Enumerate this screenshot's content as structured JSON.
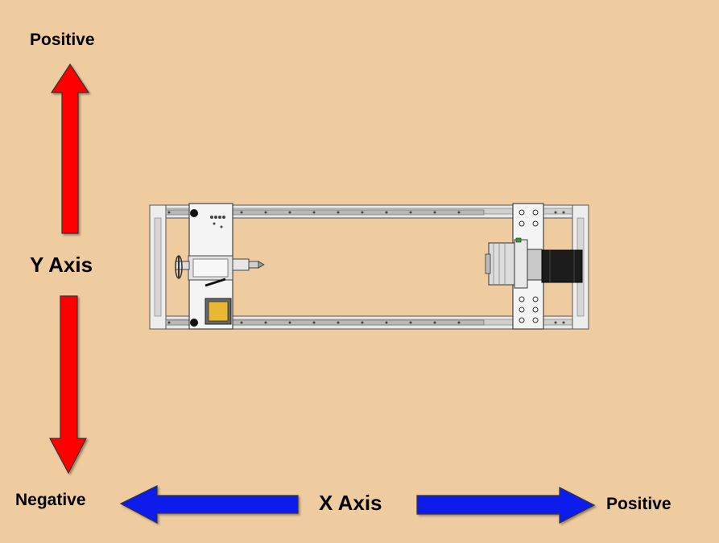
{
  "colors": {
    "background": "#EFCBA0",
    "y_arrow": "#FF0000",
    "x_arrow": "#0A1FEA",
    "arrow_outline": "#222222"
  },
  "y_axis": {
    "positive_label": "Positive",
    "axis_label": "Y Axis"
  },
  "x_axis": {
    "negative_label": "Negative",
    "axis_label": "X Axis",
    "positive_label": "Positive"
  },
  "machine": {
    "icon": "cnc-gantry-frame-icon",
    "components": [
      "carriage-icon",
      "handwheel-icon",
      "tailstock-icon",
      "rotary-chuck-icon",
      "stepper-motor-icon"
    ]
  }
}
